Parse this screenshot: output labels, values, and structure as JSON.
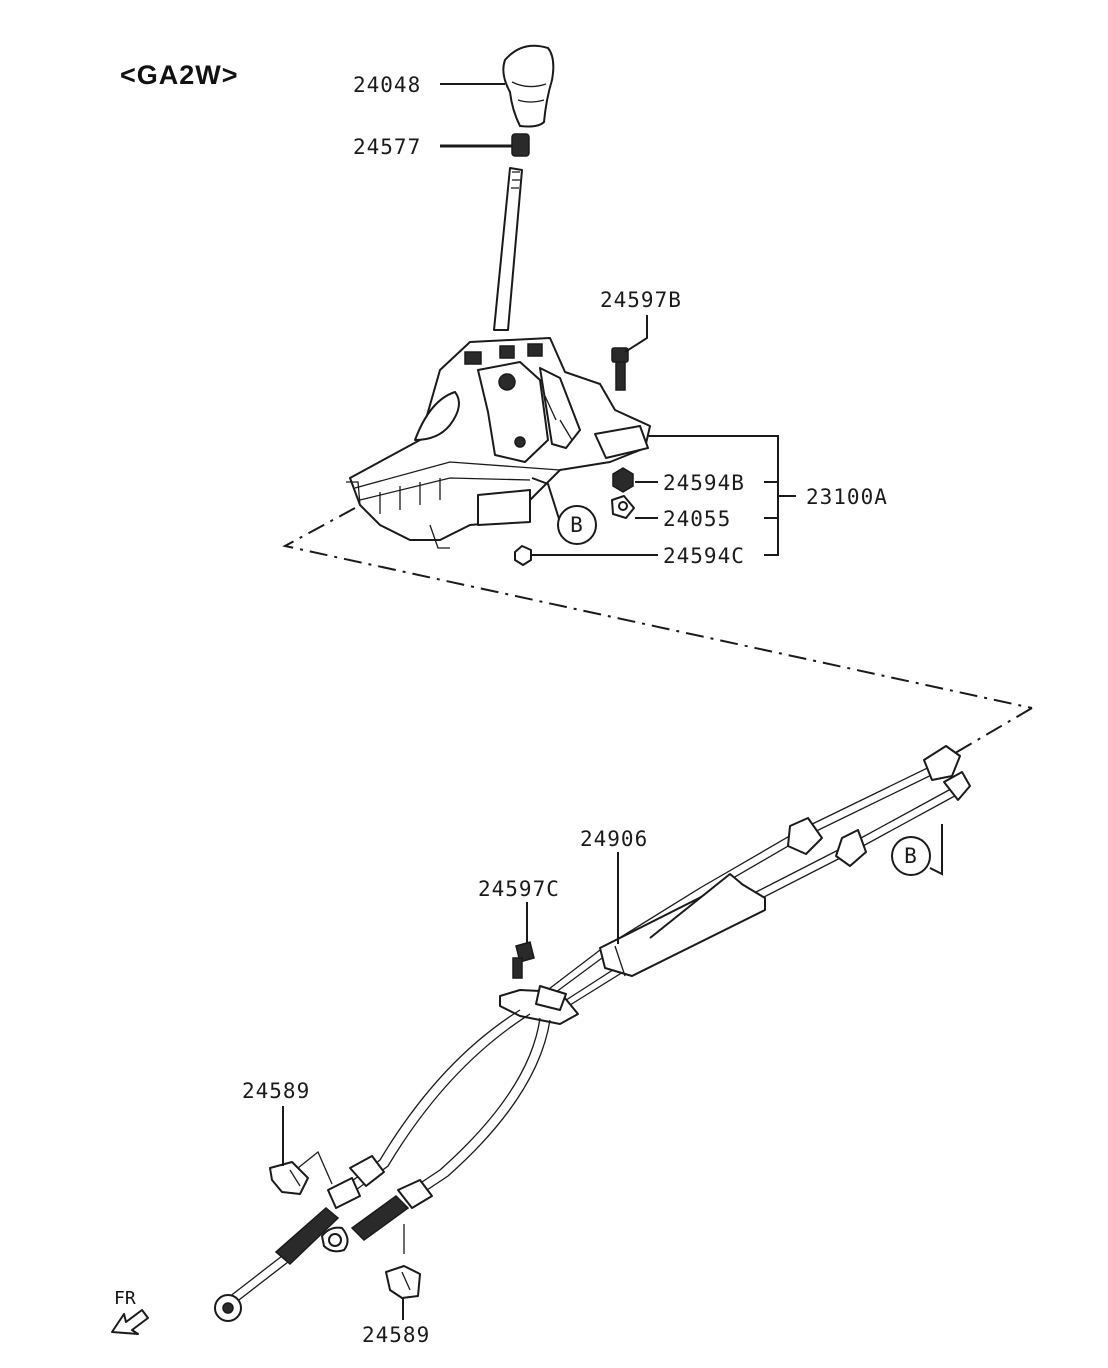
{
  "title": "<GA2W>",
  "front_indicator": "FR",
  "ref_marker": "B",
  "part_labels": {
    "p24048": "24048",
    "p24577": "24577",
    "p24597B": "24597B",
    "p24594B": "24594B",
    "p24055": "24055",
    "p24594C": "24594C",
    "p23100A": "23100A",
    "p24906": "24906",
    "p24597C": "24597C",
    "p24589_upper": "24589",
    "p24589_lower": "24589"
  }
}
